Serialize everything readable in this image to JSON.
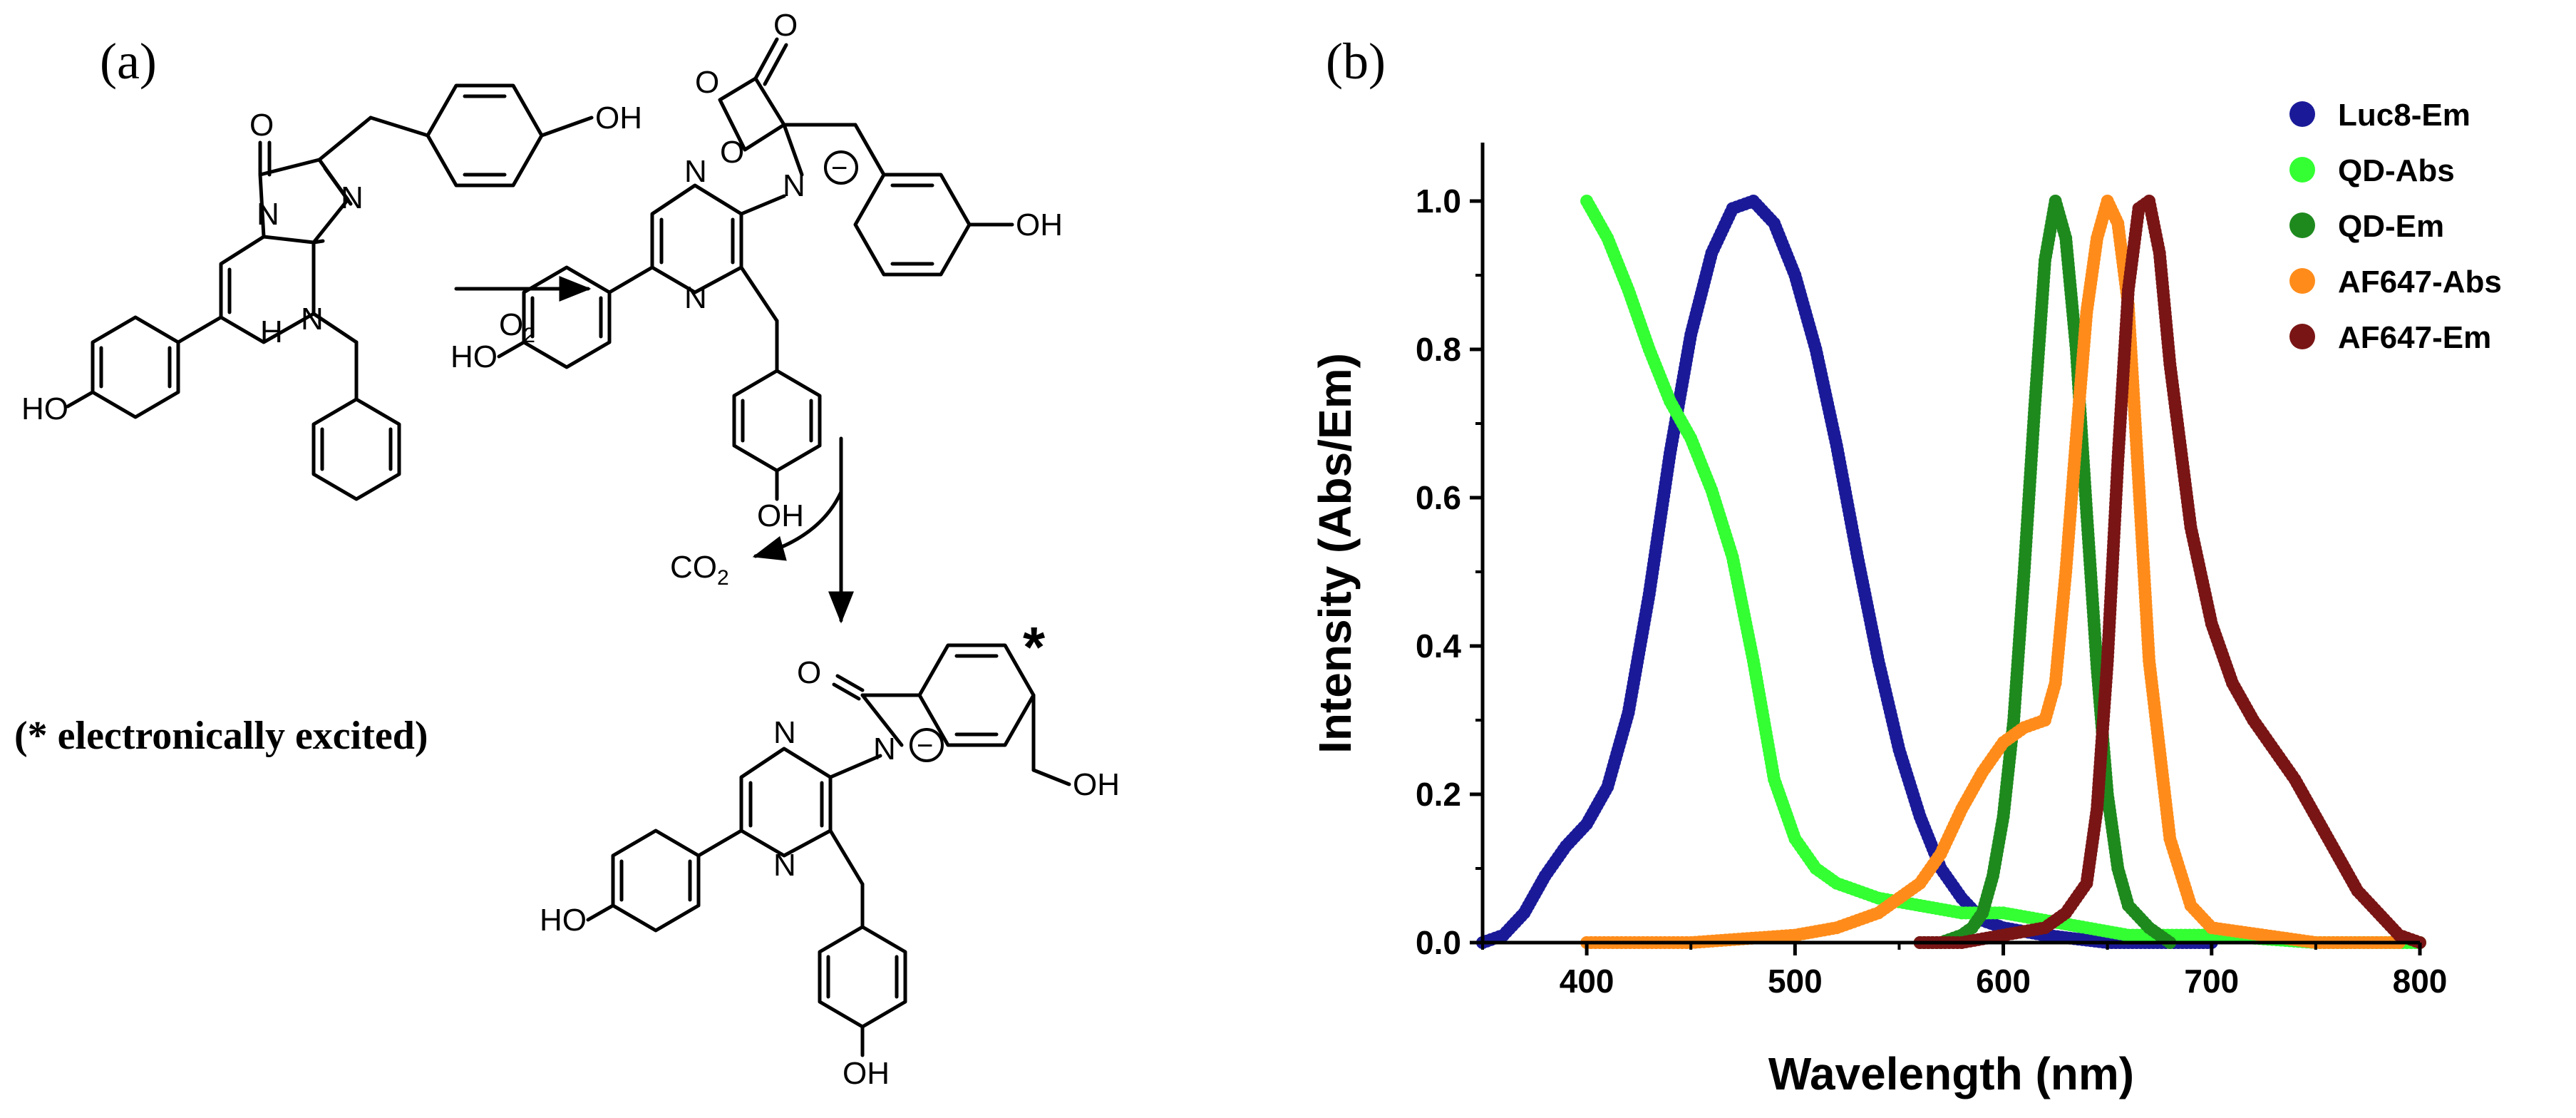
{
  "panel_a": {
    "label": "(a)",
    "reagent_o2": "O",
    "reagent_o2_sub": "2",
    "byproduct_co2": "CO",
    "byproduct_co2_sub": "2",
    "note": "(* electronically excited)",
    "excited_mark": "*",
    "atoms": {
      "O": "O",
      "N": "N",
      "H": "H",
      "OH": "OH",
      "HO": "HO",
      "minus": "−"
    }
  },
  "panel_b": {
    "label": "(b)"
  },
  "chart_data": {
    "type": "scatter",
    "xlabel": "Wavelength (nm)",
    "ylabel": "Intensity (Abs/Em)",
    "xlim": [
      350,
      800
    ],
    "ylim": [
      0,
      1.05
    ],
    "xticks": [
      400,
      500,
      600,
      700,
      800
    ],
    "yticks": [
      0.0,
      0.2,
      0.4,
      0.6,
      0.8,
      1.0
    ],
    "xtick_labels": [
      "400",
      "500",
      "600",
      "700",
      "800"
    ],
    "ytick_labels": [
      "0.0",
      "0.2",
      "0.4",
      "0.6",
      "0.8",
      "1.0"
    ],
    "grid": false,
    "legend_position": "top-right",
    "series": [
      {
        "name": "Luc8-Em",
        "color": "#1a1a99",
        "x": [
          350,
          360,
          370,
          380,
          390,
          400,
          410,
          420,
          430,
          440,
          450,
          460,
          470,
          480,
          490,
          500,
          510,
          520,
          530,
          540,
          550,
          560,
          570,
          580,
          590,
          600,
          620,
          650,
          680,
          700
        ],
        "y": [
          0.0,
          0.01,
          0.04,
          0.09,
          0.13,
          0.16,
          0.21,
          0.31,
          0.47,
          0.66,
          0.82,
          0.93,
          0.99,
          1.0,
          0.97,
          0.9,
          0.8,
          0.67,
          0.52,
          0.38,
          0.26,
          0.17,
          0.1,
          0.06,
          0.03,
          0.02,
          0.01,
          0.0,
          0.0,
          0.0
        ]
      },
      {
        "name": "QD-Abs",
        "color": "#33ff33",
        "x": [
          400,
          410,
          420,
          430,
          440,
          450,
          460,
          470,
          480,
          490,
          500,
          510,
          520,
          540,
          560,
          580,
          600,
          620,
          640,
          660,
          700,
          750,
          800
        ],
        "y": [
          1.0,
          0.95,
          0.88,
          0.8,
          0.73,
          0.68,
          0.61,
          0.52,
          0.38,
          0.22,
          0.14,
          0.1,
          0.08,
          0.06,
          0.05,
          0.04,
          0.04,
          0.03,
          0.02,
          0.01,
          0.01,
          0.0,
          0.0
        ]
      },
      {
        "name": "QD-Em",
        "color": "#1e8a1e",
        "x": [
          560,
          570,
          580,
          585,
          590,
          595,
          600,
          605,
          610,
          615,
          620,
          625,
          630,
          635,
          640,
          645,
          650,
          655,
          660,
          670,
          680
        ],
        "y": [
          0.0,
          0.0,
          0.01,
          0.02,
          0.04,
          0.09,
          0.17,
          0.3,
          0.5,
          0.72,
          0.92,
          1.0,
          0.95,
          0.8,
          0.58,
          0.37,
          0.2,
          0.1,
          0.05,
          0.02,
          0.0
        ]
      },
      {
        "name": "AF647-Abs",
        "color": "#ff8c1a",
        "x": [
          400,
          450,
          500,
          520,
          540,
          560,
          570,
          580,
          590,
          600,
          610,
          620,
          625,
          630,
          635,
          640,
          645,
          650,
          655,
          660,
          665,
          670,
          680,
          690,
          700,
          750,
          790
        ],
        "y": [
          0.0,
          0.0,
          0.01,
          0.02,
          0.04,
          0.08,
          0.12,
          0.18,
          0.23,
          0.27,
          0.29,
          0.3,
          0.35,
          0.5,
          0.68,
          0.85,
          0.95,
          1.0,
          0.97,
          0.86,
          0.62,
          0.38,
          0.14,
          0.05,
          0.02,
          0.0,
          0.0
        ]
      },
      {
        "name": "AF647-Em",
        "color": "#7a1515",
        "x": [
          560,
          580,
          600,
          620,
          630,
          640,
          645,
          650,
          655,
          660,
          665,
          670,
          675,
          680,
          690,
          700,
          710,
          720,
          730,
          740,
          750,
          760,
          770,
          780,
          790,
          800
        ],
        "y": [
          0.0,
          0.0,
          0.01,
          0.02,
          0.04,
          0.08,
          0.18,
          0.38,
          0.65,
          0.88,
          0.99,
          1.0,
          0.93,
          0.78,
          0.56,
          0.43,
          0.35,
          0.3,
          0.26,
          0.22,
          0.17,
          0.12,
          0.07,
          0.04,
          0.01,
          0.0
        ]
      }
    ]
  }
}
